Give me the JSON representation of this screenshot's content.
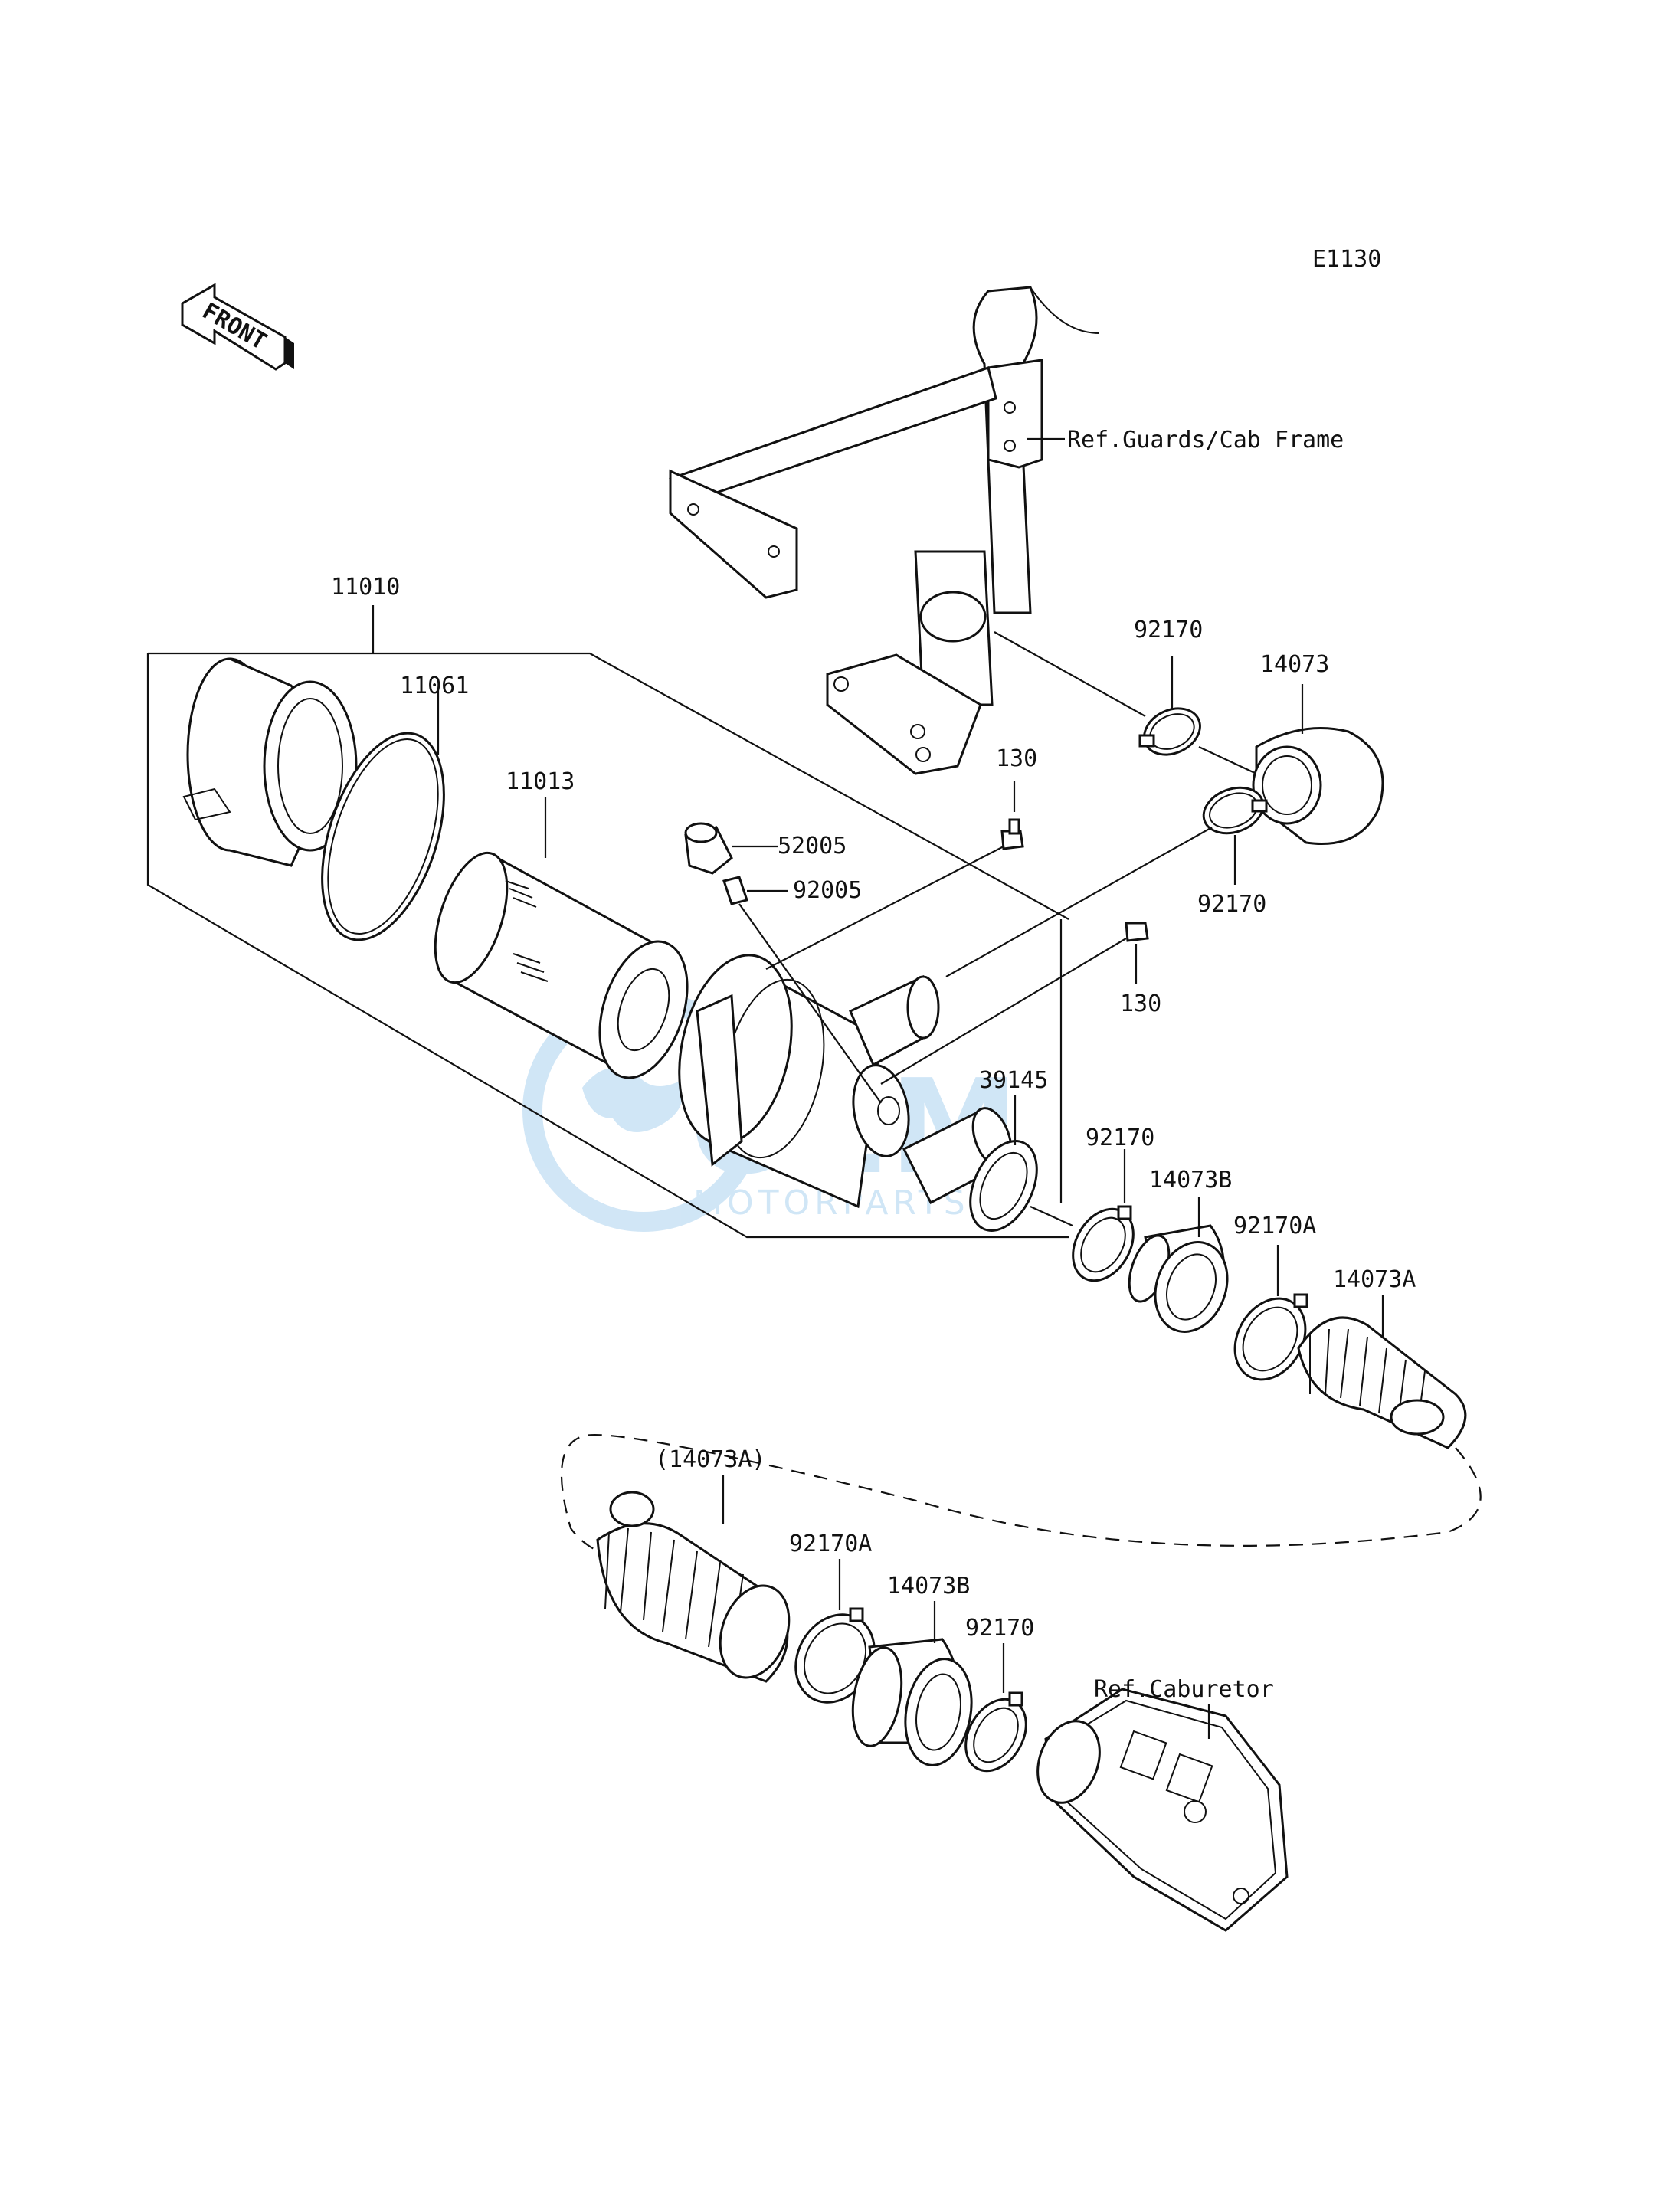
{
  "diagram_code": "E1130",
  "front_marker": "FRONT",
  "watermark": {
    "brand": "OEM",
    "sub": "MOTORPARTS"
  },
  "references": {
    "frame": "Ref.Guards/Cab Frame",
    "carburetor": "Ref.Caburetor"
  },
  "parts": {
    "assembly": "11010",
    "seal_ring": "11061",
    "filter_element": "11013",
    "cap": "52005",
    "nipple": "92005",
    "bolt_upper": "130",
    "bolt_lower": "130",
    "clamp_top_a": "92170",
    "clamp_top_b": "92170",
    "boot_top": "14073",
    "collar": "39145",
    "clamp_mid": "92170",
    "duct_b_upper": "14073B",
    "clamp_a_upper": "92170A",
    "bellows_upper": "14073A",
    "bellows_lower": "(14073A)",
    "clamp_a_lower": "92170A",
    "duct_b_lower": "14073B",
    "clamp_lower": "92170"
  },
  "colors": {
    "line": "#111111",
    "watermark": "#2f8fd8"
  }
}
